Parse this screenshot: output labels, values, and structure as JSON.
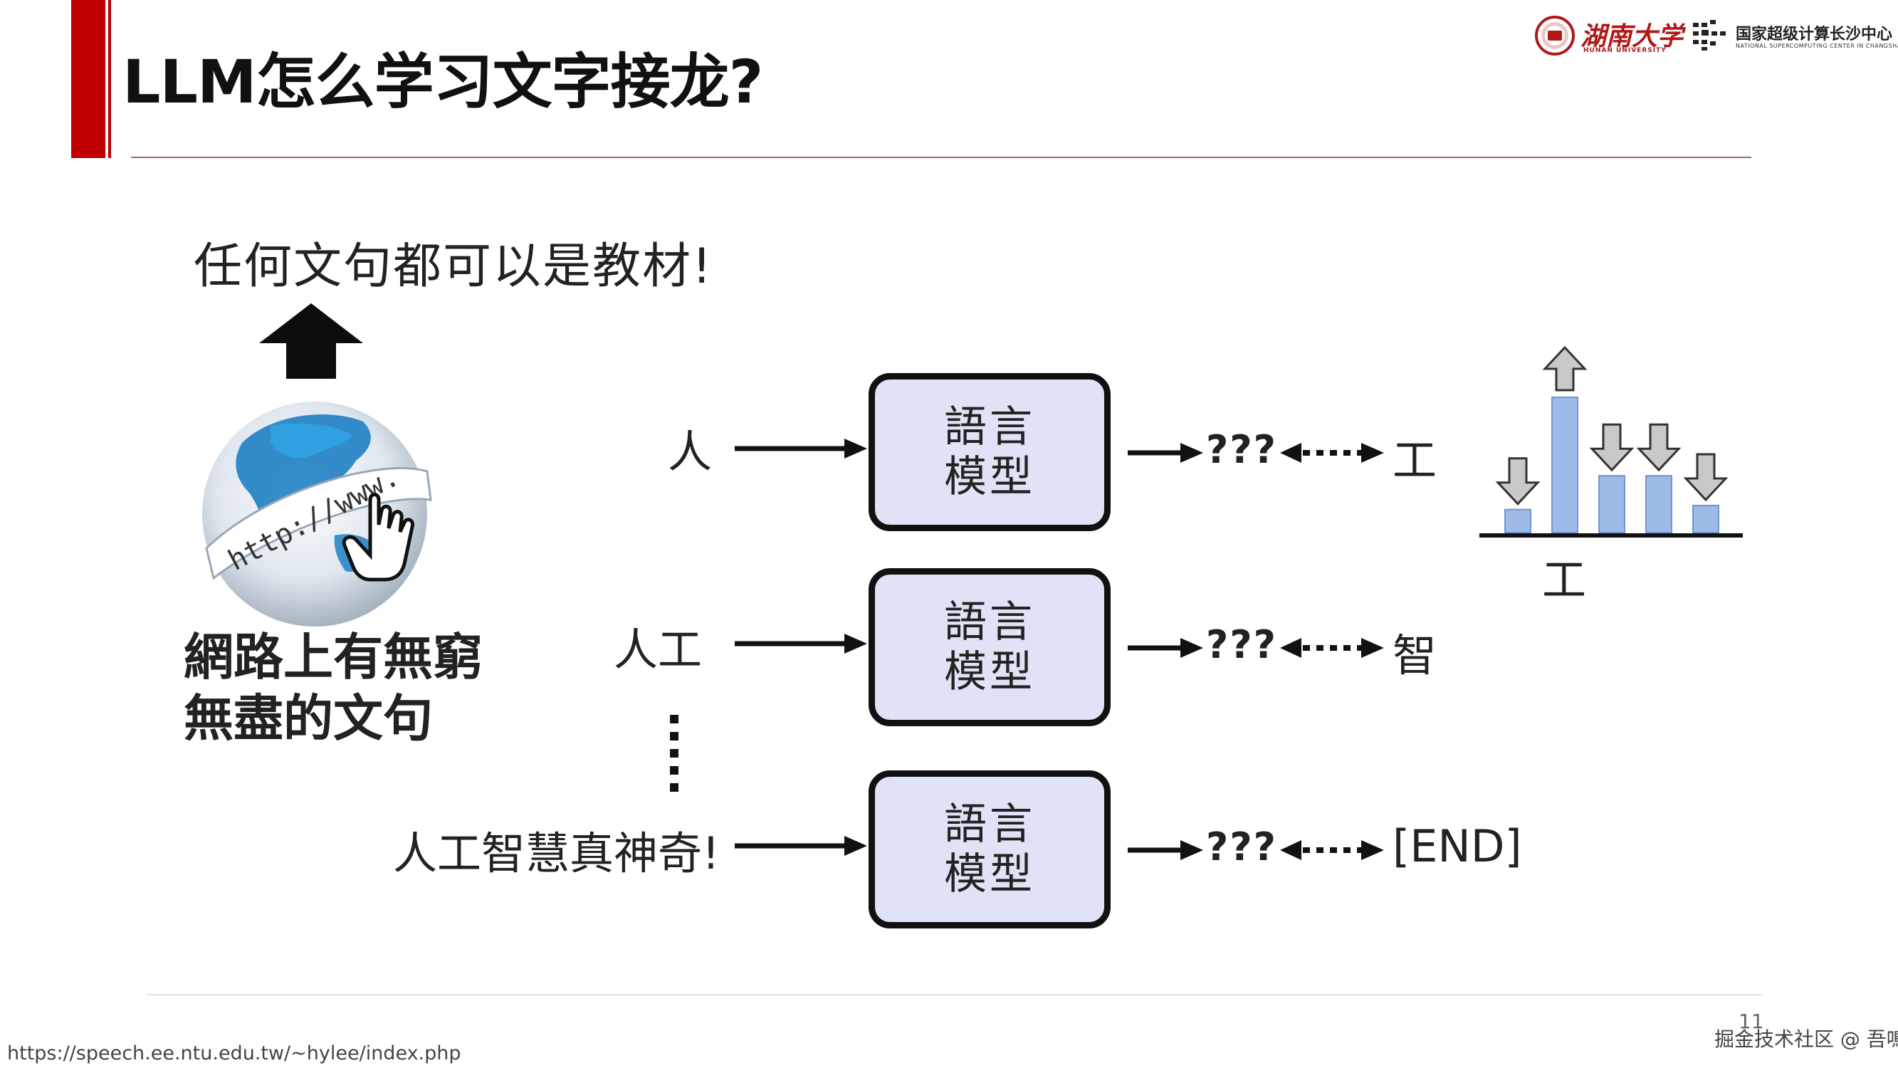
{
  "header": {
    "title": "LLM怎么学习文字接龙?",
    "logos": {
      "university_name": "湖南大学",
      "university_sub": "HUNAN UNIVERSITY",
      "center_name": "国家超级计算长沙中心",
      "center_sub": "NATIONAL SUPERCOMPUTING CENTER IN CHANGSHA"
    }
  },
  "left": {
    "slogan": "任何文句都可以是教材!",
    "web_line1": "網路上有無窮",
    "web_line2": "無盡的文句",
    "globe_text": "http://www."
  },
  "rows": [
    {
      "input": "人",
      "model_line1": "語言",
      "model_line2": "模型",
      "prediction": "???",
      "target": "工"
    },
    {
      "input": "人工",
      "model_line1": "語言",
      "model_line2": "模型",
      "prediction": "???",
      "target": "智"
    },
    {
      "input": "人工智慧真神奇!",
      "model_line1": "語言",
      "model_line2": "模型",
      "prediction": "???",
      "target": "[END]"
    }
  ],
  "distribution": {
    "label": "工",
    "bars": [
      {
        "value": 0.17,
        "arrow": "down"
      },
      {
        "value": 1.0,
        "arrow": "up"
      },
      {
        "value": 0.42,
        "arrow": "down"
      },
      {
        "value": 0.42,
        "arrow": "down"
      },
      {
        "value": 0.2,
        "arrow": "down"
      }
    ],
    "bar_color": "#9dbbe6",
    "bar_border": "#6f95cf"
  },
  "footer": {
    "url": "https://speech.ee.ntu.edu.tw/~hylee/index.php",
    "page_number": "11",
    "watermark": "掘金技术社区 @ 吾鳴"
  },
  "colors": {
    "accent": "#c00000",
    "model_fill": "#dfe3f5"
  }
}
